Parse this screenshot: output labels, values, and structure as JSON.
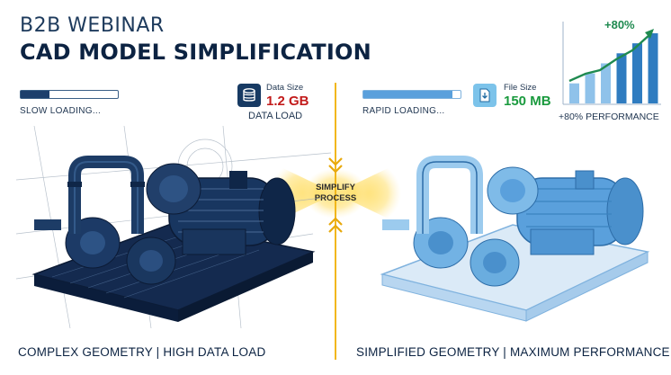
{
  "header": {
    "eyebrow": "B2B WEBINAR",
    "title": "CAD MODEL SIMPLIFICATION"
  },
  "left_panel": {
    "loading_label": "SLOW LOADING...",
    "loading_progress_percent": 30,
    "stat_label": "Data Size",
    "stat_value": "1.2 GB",
    "stat_caption": "DATA LOAD",
    "stat_icon": "database-icon",
    "caption": "COMPLEX GEOMETRY | HIGH DATA LOAD"
  },
  "center": {
    "label_line1": "SIMPLIFY",
    "label_line2": "PROCESS",
    "accent_color": "#f2b71a"
  },
  "right_panel": {
    "loading_label": "RAPID LOADING...",
    "loading_progress_percent": 92,
    "stat_label": "File Size",
    "stat_value": "150 MB",
    "stat_icon": "file-download-icon",
    "caption": "SIMPLIFIED GEOMETRY | MAXIMUM PERFORMANCE"
  },
  "performance": {
    "value": "+80%",
    "label": "+80% PERFORMANCE",
    "bars": [
      2,
      3,
      4,
      5,
      6,
      7
    ]
  },
  "colors": {
    "navy": "#0c2342",
    "red_value": "#c21b1b",
    "green_value": "#1a9a3e",
    "light_blue": "#5aa0dc"
  }
}
